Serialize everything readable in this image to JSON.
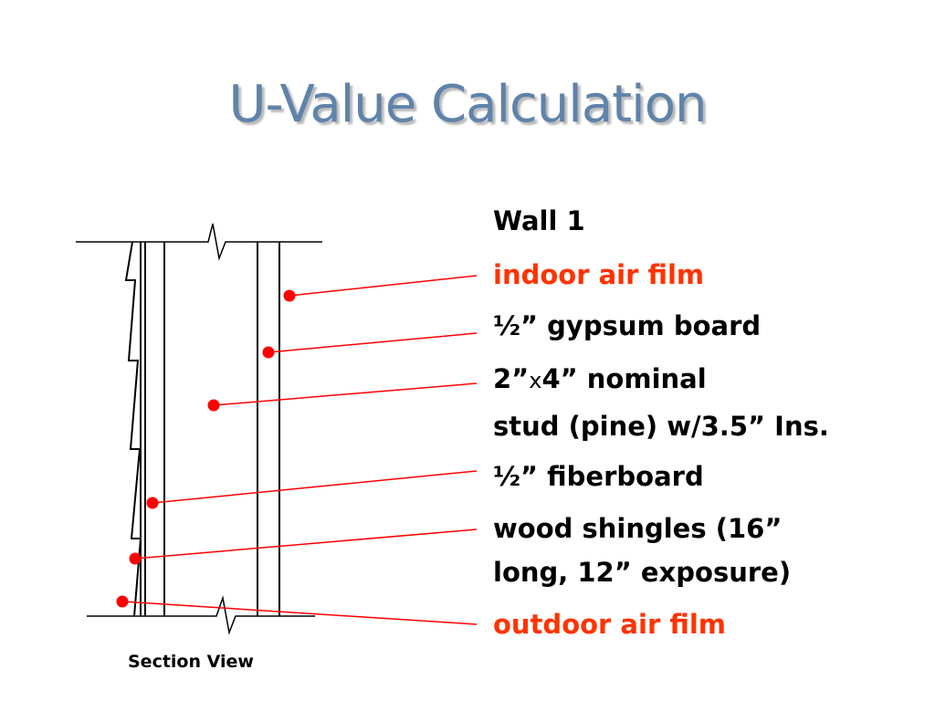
{
  "title": "U-Value Calculation",
  "wall_heading": "Wall 1",
  "layers": {
    "indoor_air_film": "indoor air film",
    "gypsum_board": "½” gypsum board",
    "stud_part1": "2”",
    "stud_x": "x",
    "stud_part2": "4” nominal",
    "stud_line2": "stud (pine) w/3.5” Ins.",
    "fiberboard": "½” fiberboard",
    "shingles_line1": "wood shingles (16”",
    "shingles_line2": "long, 12” exposure)",
    "outdoor_air_film": "outdoor air film"
  },
  "caption": "Section View",
  "colors": {
    "title": "#5f83aa",
    "accent_red": "#ff3300",
    "leader_red": "#ff0000",
    "line": "#000000"
  }
}
